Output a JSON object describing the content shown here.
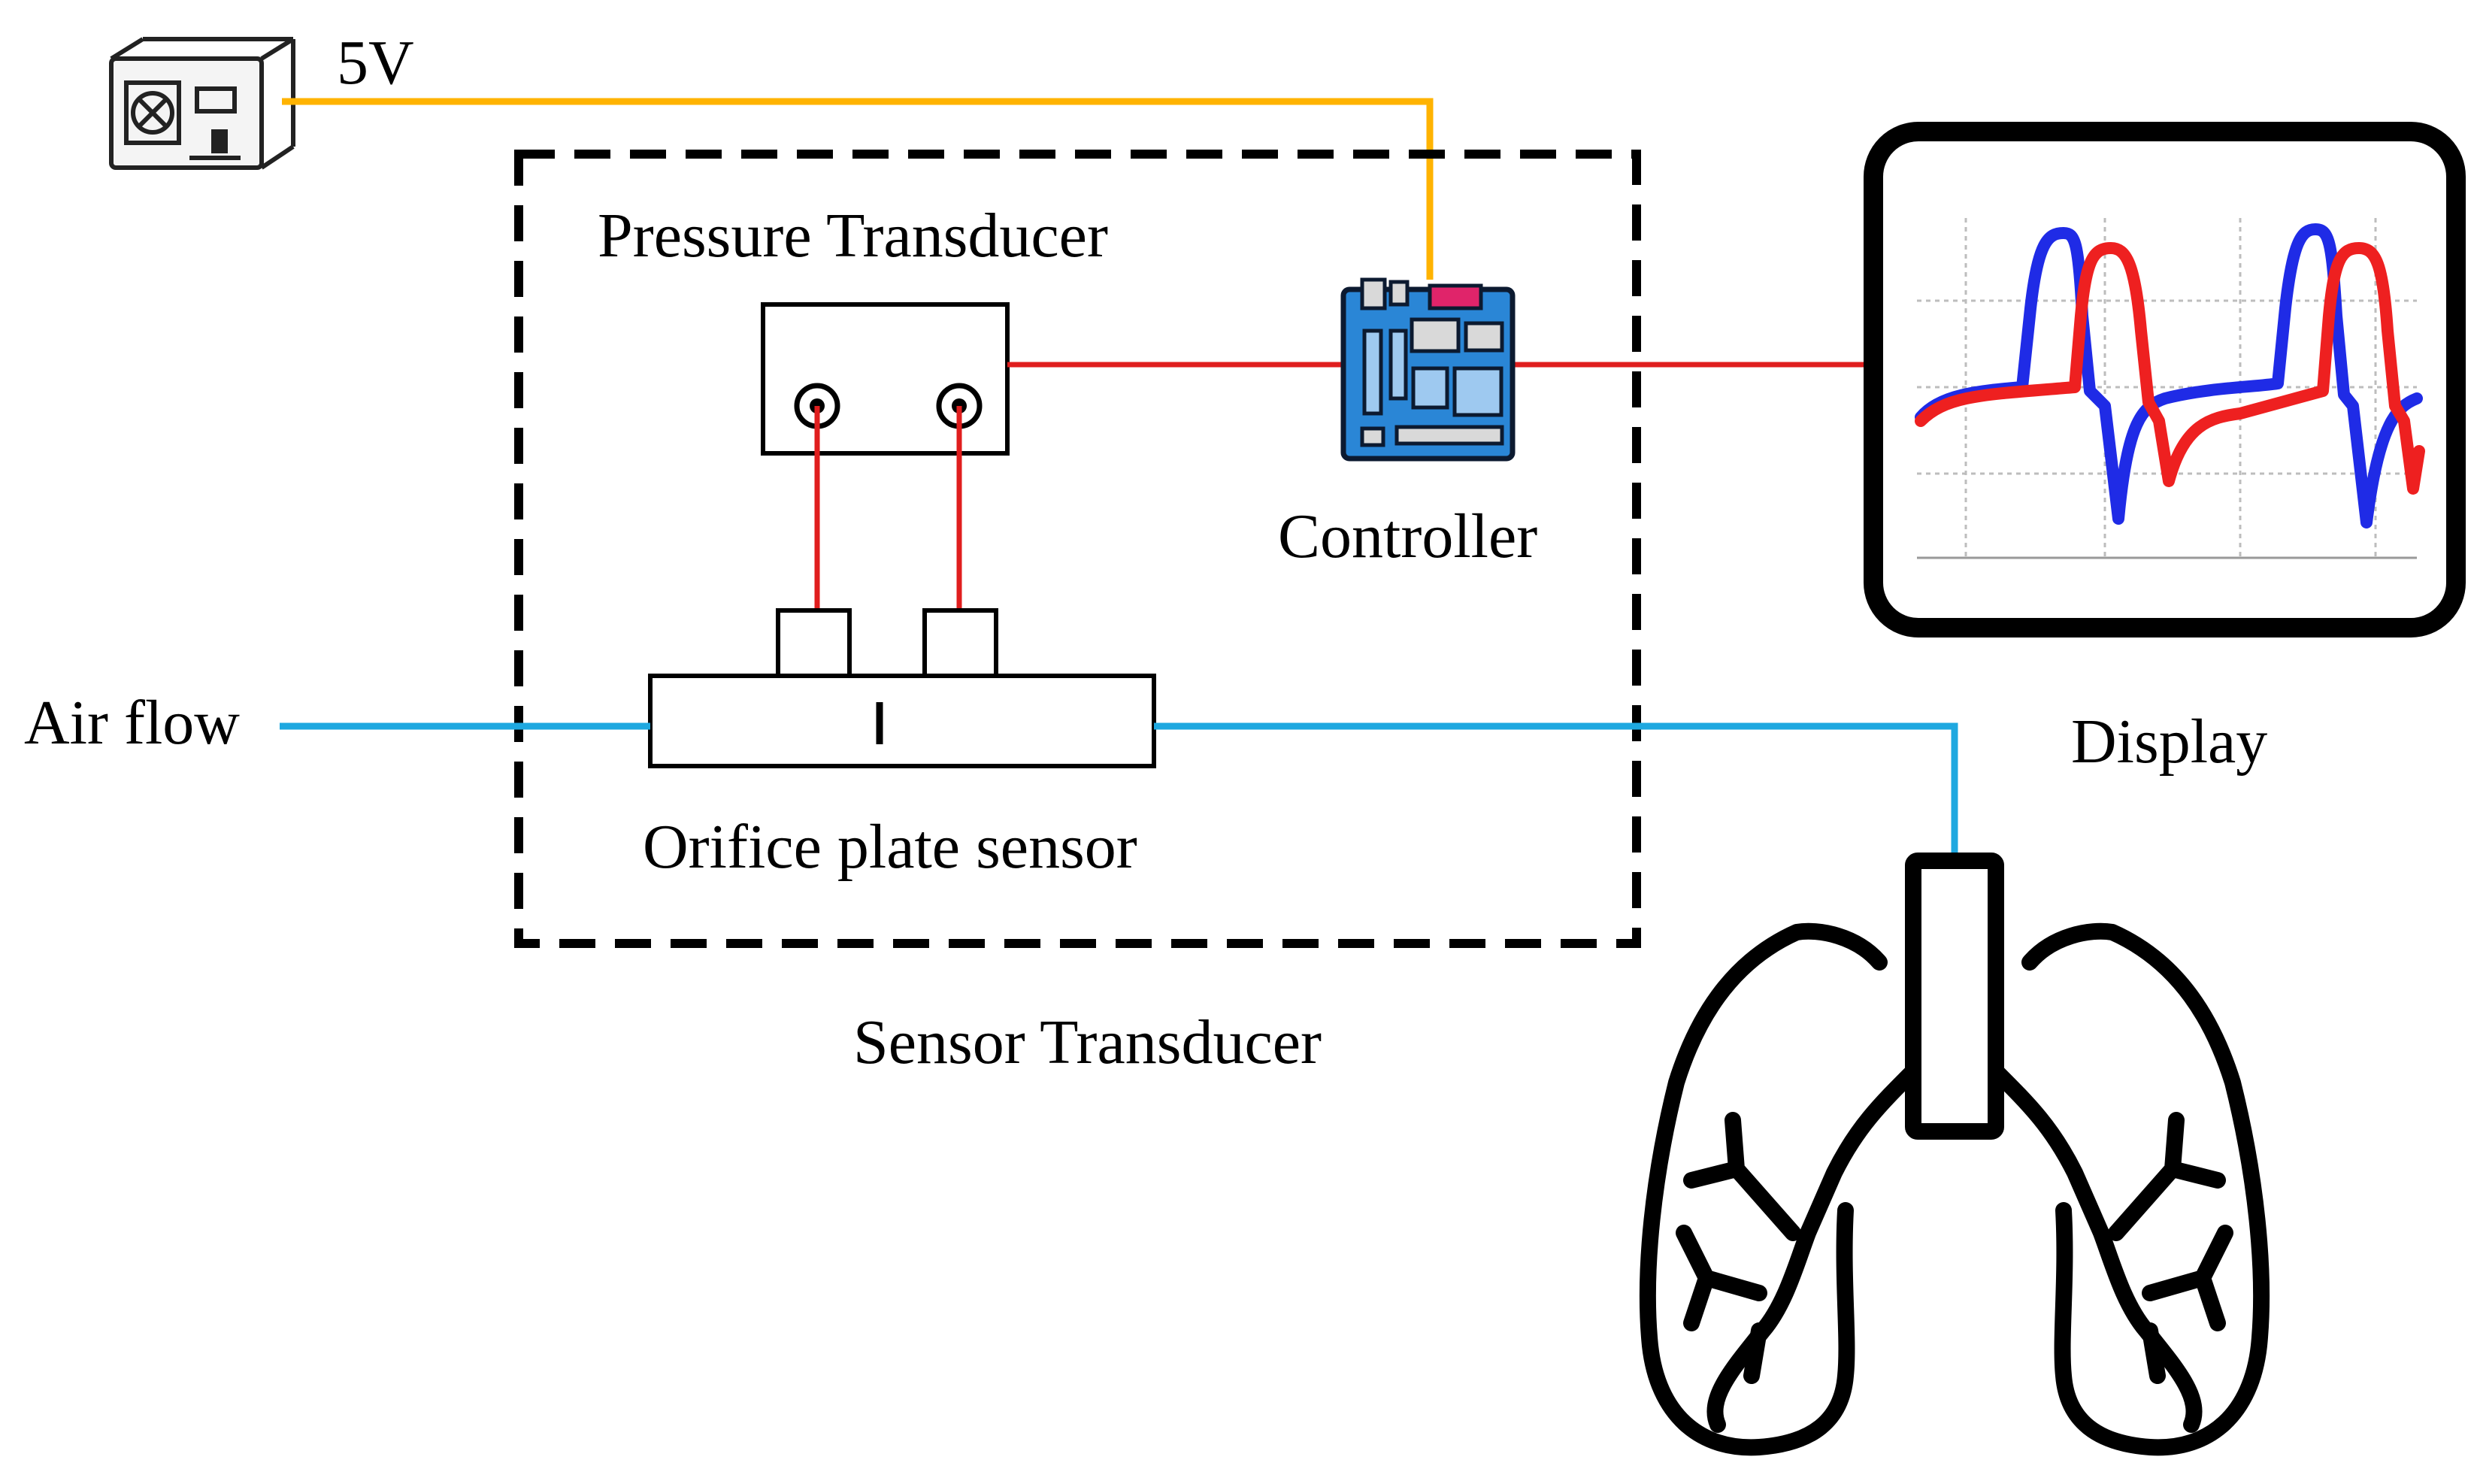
{
  "labels": {
    "voltage": "5V",
    "pressure_transducer": "Pressure Transducer",
    "controller": "Controller",
    "air_flow": "Air flow",
    "orifice_plate_sensor": "Orifice plate sensor",
    "sensor_transducer": "Sensor Transducer",
    "display": "Display"
  },
  "colors": {
    "power_wire": "#FFB300",
    "signal_wire": "#E01E1E",
    "air_line": "#1EA8E0",
    "outline": "#000000",
    "waveform_a": "#1F2BE6",
    "waveform_b": "#EE2020",
    "board": "#2A86D6"
  },
  "icons": {
    "power_supply": "power-supply-icon",
    "controller": "circuit-board-icon",
    "display": "monitor-icon",
    "lungs": "lungs-icon"
  }
}
